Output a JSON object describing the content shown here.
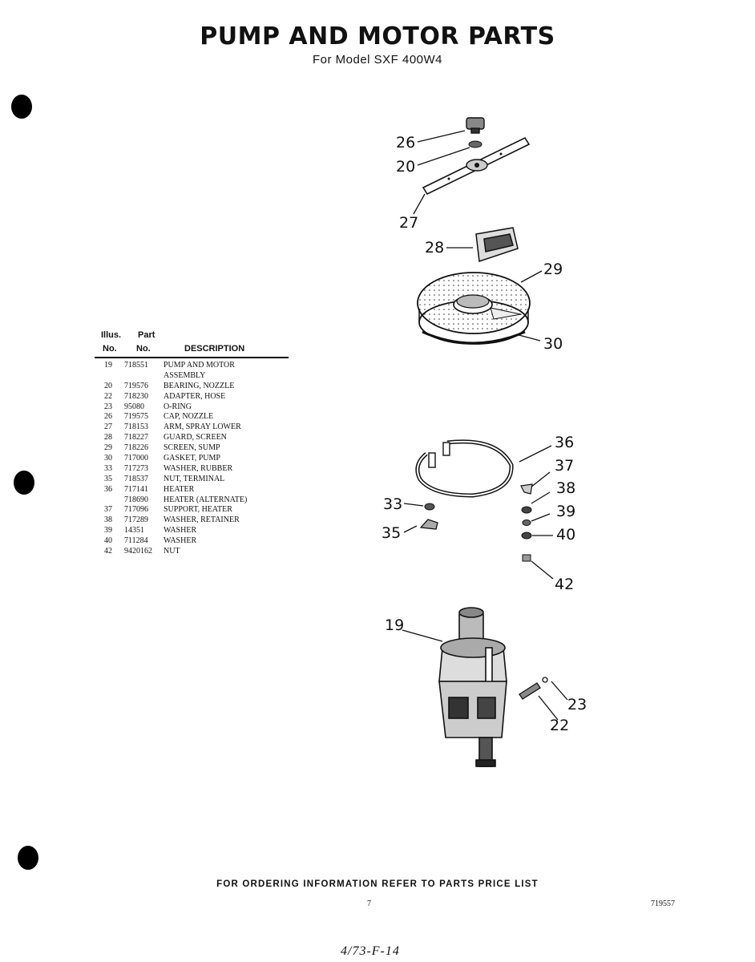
{
  "title": "PUMP AND MOTOR PARTS",
  "subtitle": "For Model SXF 400W4",
  "table": {
    "headers": {
      "illus_top": "Illus.",
      "part_top": "Part",
      "illus_bottom": "No.",
      "part_bottom": "No.",
      "description": "DESCRIPTION"
    },
    "rows": [
      {
        "illus": "19",
        "part": "718551",
        "desc": "PUMP AND MOTOR"
      },
      {
        "illus": "",
        "part": "",
        "desc": "ASSEMBLY"
      },
      {
        "illus": "20",
        "part": "719576",
        "desc": "BEARING, NOZZLE"
      },
      {
        "illus": "22",
        "part": "718230",
        "desc": "ADAPTER, HOSE"
      },
      {
        "illus": "23",
        "part": "95080",
        "desc": "O-RING"
      },
      {
        "illus": "26",
        "part": "719575",
        "desc": "CAP, NOZZLE"
      },
      {
        "illus": "27",
        "part": "718153",
        "desc": "ARM, SPRAY LOWER"
      },
      {
        "illus": "28",
        "part": "718227",
        "desc": "GUARD, SCREEN"
      },
      {
        "illus": "29",
        "part": "718226",
        "desc": "SCREEN, SUMP"
      },
      {
        "illus": "30",
        "part": "717000",
        "desc": "GASKET, PUMP"
      },
      {
        "illus": "33",
        "part": "717273",
        "desc": "WASHER, RUBBER"
      },
      {
        "illus": "35",
        "part": "718537",
        "desc": "NUT, TERMINAL"
      },
      {
        "illus": "36",
        "part": "717141",
        "desc": "HEATER"
      },
      {
        "illus": "",
        "part": "718690",
        "desc": "HEATER (ALTERNATE)"
      },
      {
        "illus": "37",
        "part": "717096",
        "desc": "SUPPORT, HEATER"
      },
      {
        "illus": "38",
        "part": "717289",
        "desc": "WASHER, RETAINER"
      },
      {
        "illus": "39",
        "part": "14351",
        "desc": "WASHER"
      },
      {
        "illus": "40",
        "part": "711284",
        "desc": "WASHER"
      },
      {
        "illus": "42",
        "part": "9420162",
        "desc": "NUT"
      }
    ]
  },
  "callouts": {
    "c26": "26",
    "c20": "20",
    "c27": "27",
    "c28": "28",
    "c29": "29",
    "c30": "30",
    "c36": "36",
    "c37": "37",
    "c38": "38",
    "c39": "39",
    "c40": "40",
    "c33": "33",
    "c35": "35",
    "c42": "42",
    "c19": "19",
    "c23": "23",
    "c22": "22"
  },
  "footer": "FOR ORDERING INFORMATION REFER TO PARTS PRICE LIST",
  "page_number": "7",
  "doc_number": "719557",
  "handwriting": "4/73-F-14"
}
